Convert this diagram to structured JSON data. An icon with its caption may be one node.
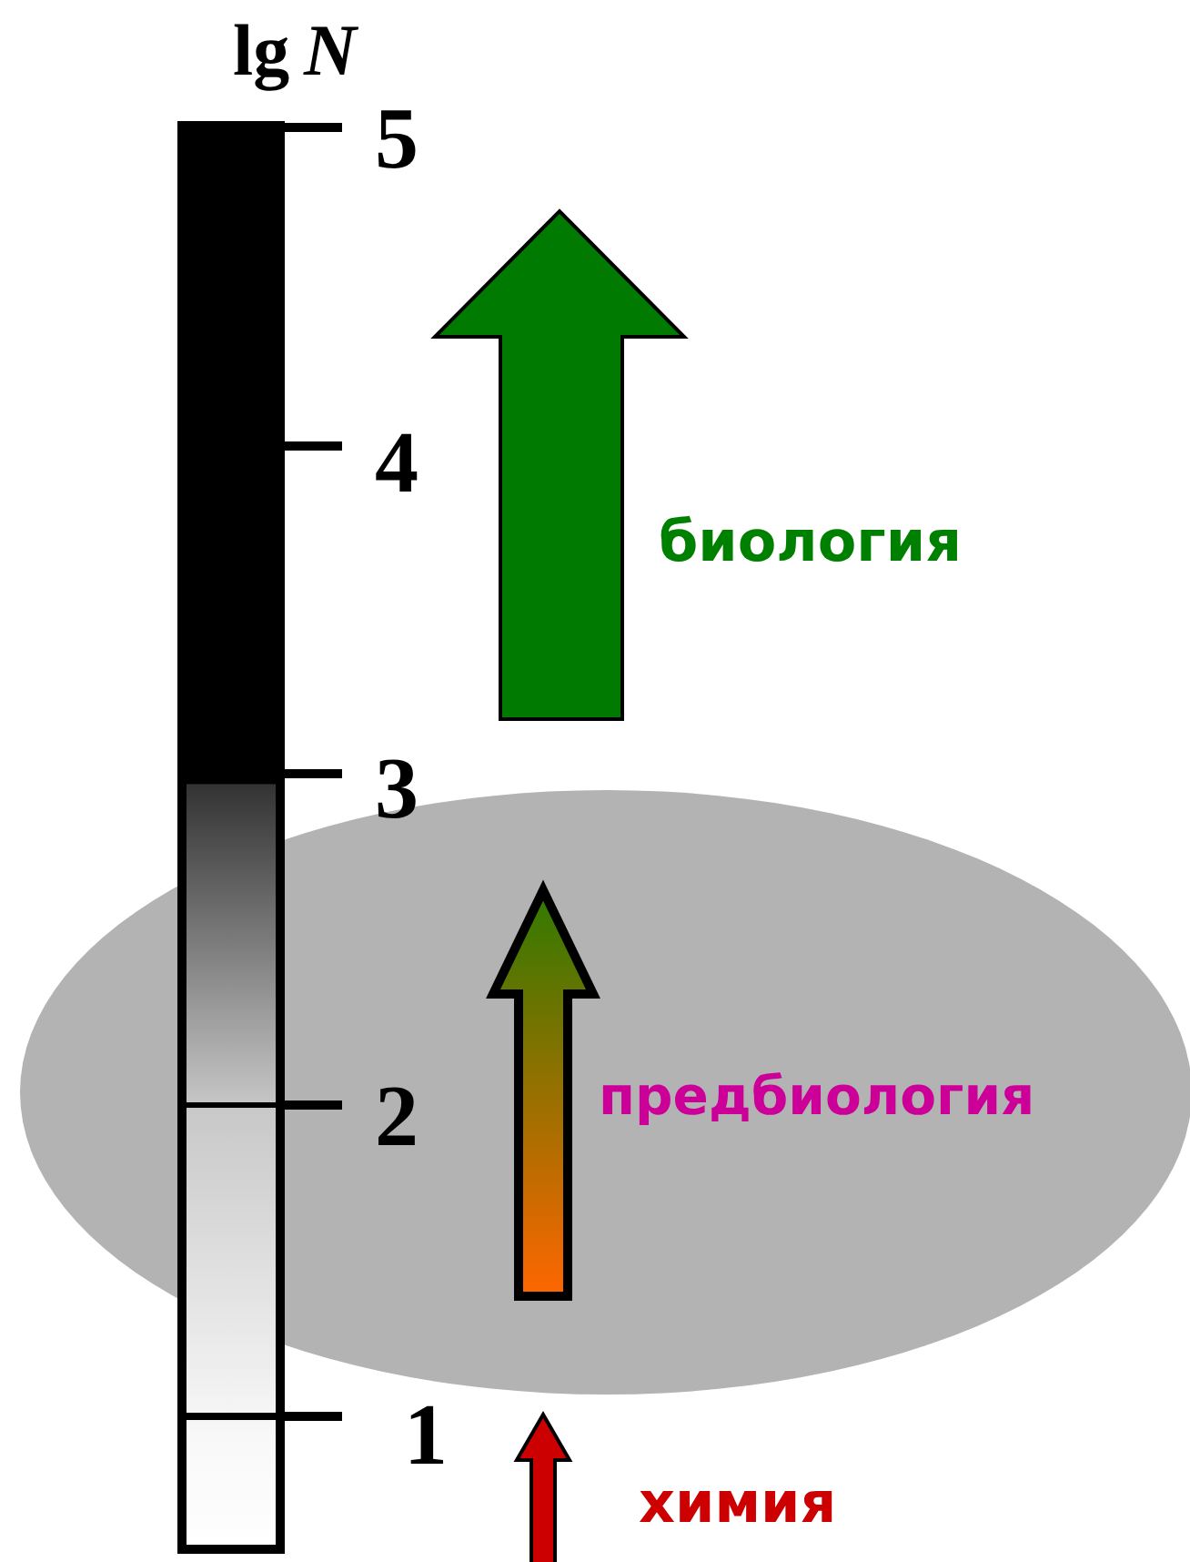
{
  "diagram": {
    "labels": [
      "lg",
      "N",
      "5",
      "4",
      "3",
      "2",
      "1",
      "биология",
      "предбиология",
      "химия"
    ]
  }
}
